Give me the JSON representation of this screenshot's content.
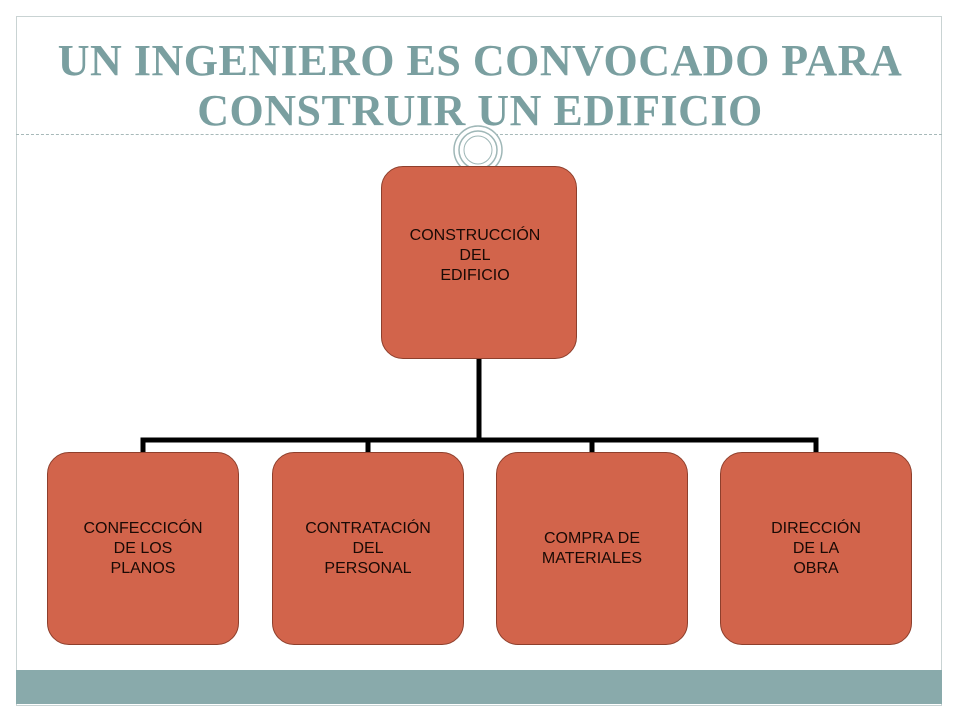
{
  "slide": {
    "title_lines": [
      "UN INGENIERO ES CONVOCADO PARA",
      "CONSTRUIR UN EDIFICIO"
    ]
  },
  "diagram": {
    "root": {
      "label": "CONSTRUCCIÓN\nDEL\nEDIFICIO"
    },
    "children": [
      {
        "label": "CONFECCICÓN\nDE LOS\nPLANOS"
      },
      {
        "label": "CONTRATACIÓN\nDEL\nPERSONAL"
      },
      {
        "label": "COMPRA DE\nMATERIALES"
      },
      {
        "label": "DIRECCIÓN\nDE LA\nOBRA"
      }
    ]
  },
  "colors": {
    "title": "#7a9fa0",
    "node_fill": "#d2644b",
    "footer_bar": "#89aaab",
    "connector": "#000000"
  }
}
